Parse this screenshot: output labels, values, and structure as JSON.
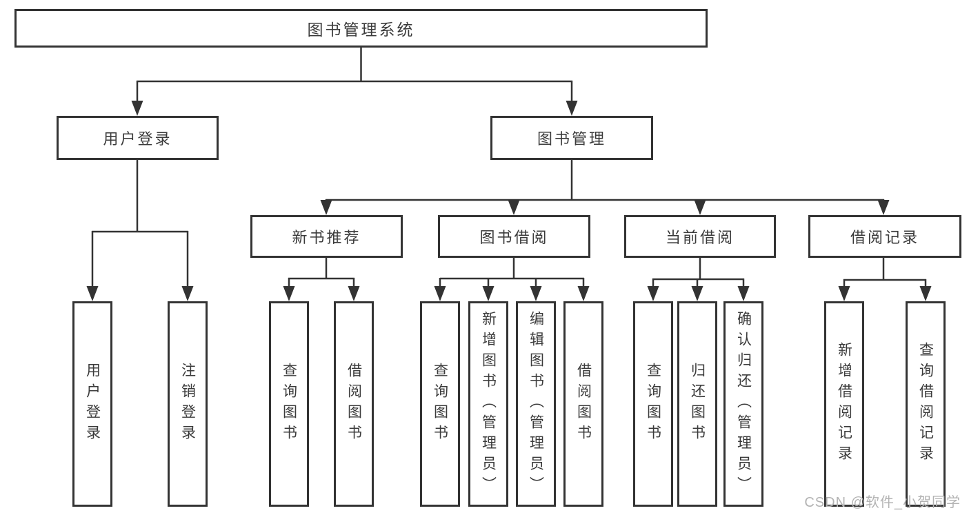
{
  "tree": {
    "root": {
      "label": "图书管理系统"
    },
    "user_login": {
      "label": "用户登录",
      "children": [
        {
          "label": "用户登录"
        },
        {
          "label": "注销登录"
        }
      ]
    },
    "book_mgmt": {
      "label": "图书管理",
      "children": [
        {
          "label": "新书推荐",
          "children": [
            {
              "label": "查询图书"
            },
            {
              "label": "借阅图书"
            }
          ]
        },
        {
          "label": "图书借阅",
          "children": [
            {
              "label": "查询图书"
            },
            {
              "label": "新增图书（管理员）"
            },
            {
              "label": "编辑图书（管理员）"
            },
            {
              "label": "借阅图书"
            }
          ]
        },
        {
          "label": "当前借阅",
          "children": [
            {
              "label": "查询图书"
            },
            {
              "label": "归还图书"
            },
            {
              "label": "确认归还（管理员）"
            }
          ]
        },
        {
          "label": "借阅记录",
          "children": [
            {
              "label": "新增借阅记录"
            },
            {
              "label": "查询借阅记录"
            }
          ]
        }
      ]
    }
  },
  "watermark": {
    "text": "CSDN @软件_小贺同学"
  },
  "colors": {
    "line": "#333333",
    "text": "#3b3b3b",
    "background": "#ffffff",
    "watermark": "#b3b3b3"
  }
}
